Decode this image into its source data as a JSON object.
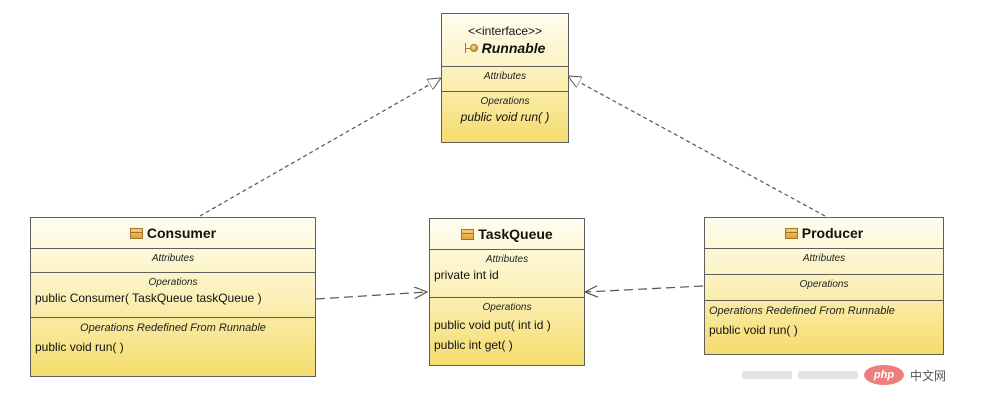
{
  "diagram": {
    "interface": {
      "stereotype": "<<interface>>",
      "name": "Runnable",
      "attributes_caption": "Attributes",
      "operations_caption": "Operations",
      "operations": [
        "public void  run( )"
      ]
    },
    "consumer": {
      "name": "Consumer",
      "attributes_caption": "Attributes",
      "operations_caption": "Operations",
      "operations": [
        "public Consumer( TaskQueue taskQueue )"
      ],
      "redefined_caption": "Operations Redefined From Runnable",
      "redefined": [
        "public void  run(  )"
      ]
    },
    "taskqueue": {
      "name": "TaskQueue",
      "attributes_caption": "Attributes",
      "attributes": [
        "private int id"
      ],
      "operations_caption": "Operations",
      "operations": [
        "public void  put( int id )",
        "public int  get(  )"
      ]
    },
    "producer": {
      "name": "Producer",
      "attributes_caption": "Attributes",
      "operations_caption": "Operations",
      "redefined_caption": "Operations Redefined From Runnable",
      "redefined": [
        "public void  run(  )"
      ]
    }
  },
  "watermark": {
    "logo_text": "php",
    "site_text": "中文网"
  },
  "colors": {
    "box_top": "#fffdf0",
    "box_bottom": "#f5dc6c",
    "border": "#5e5e5e",
    "line": "#555555",
    "logo": "#ef7e7e"
  }
}
